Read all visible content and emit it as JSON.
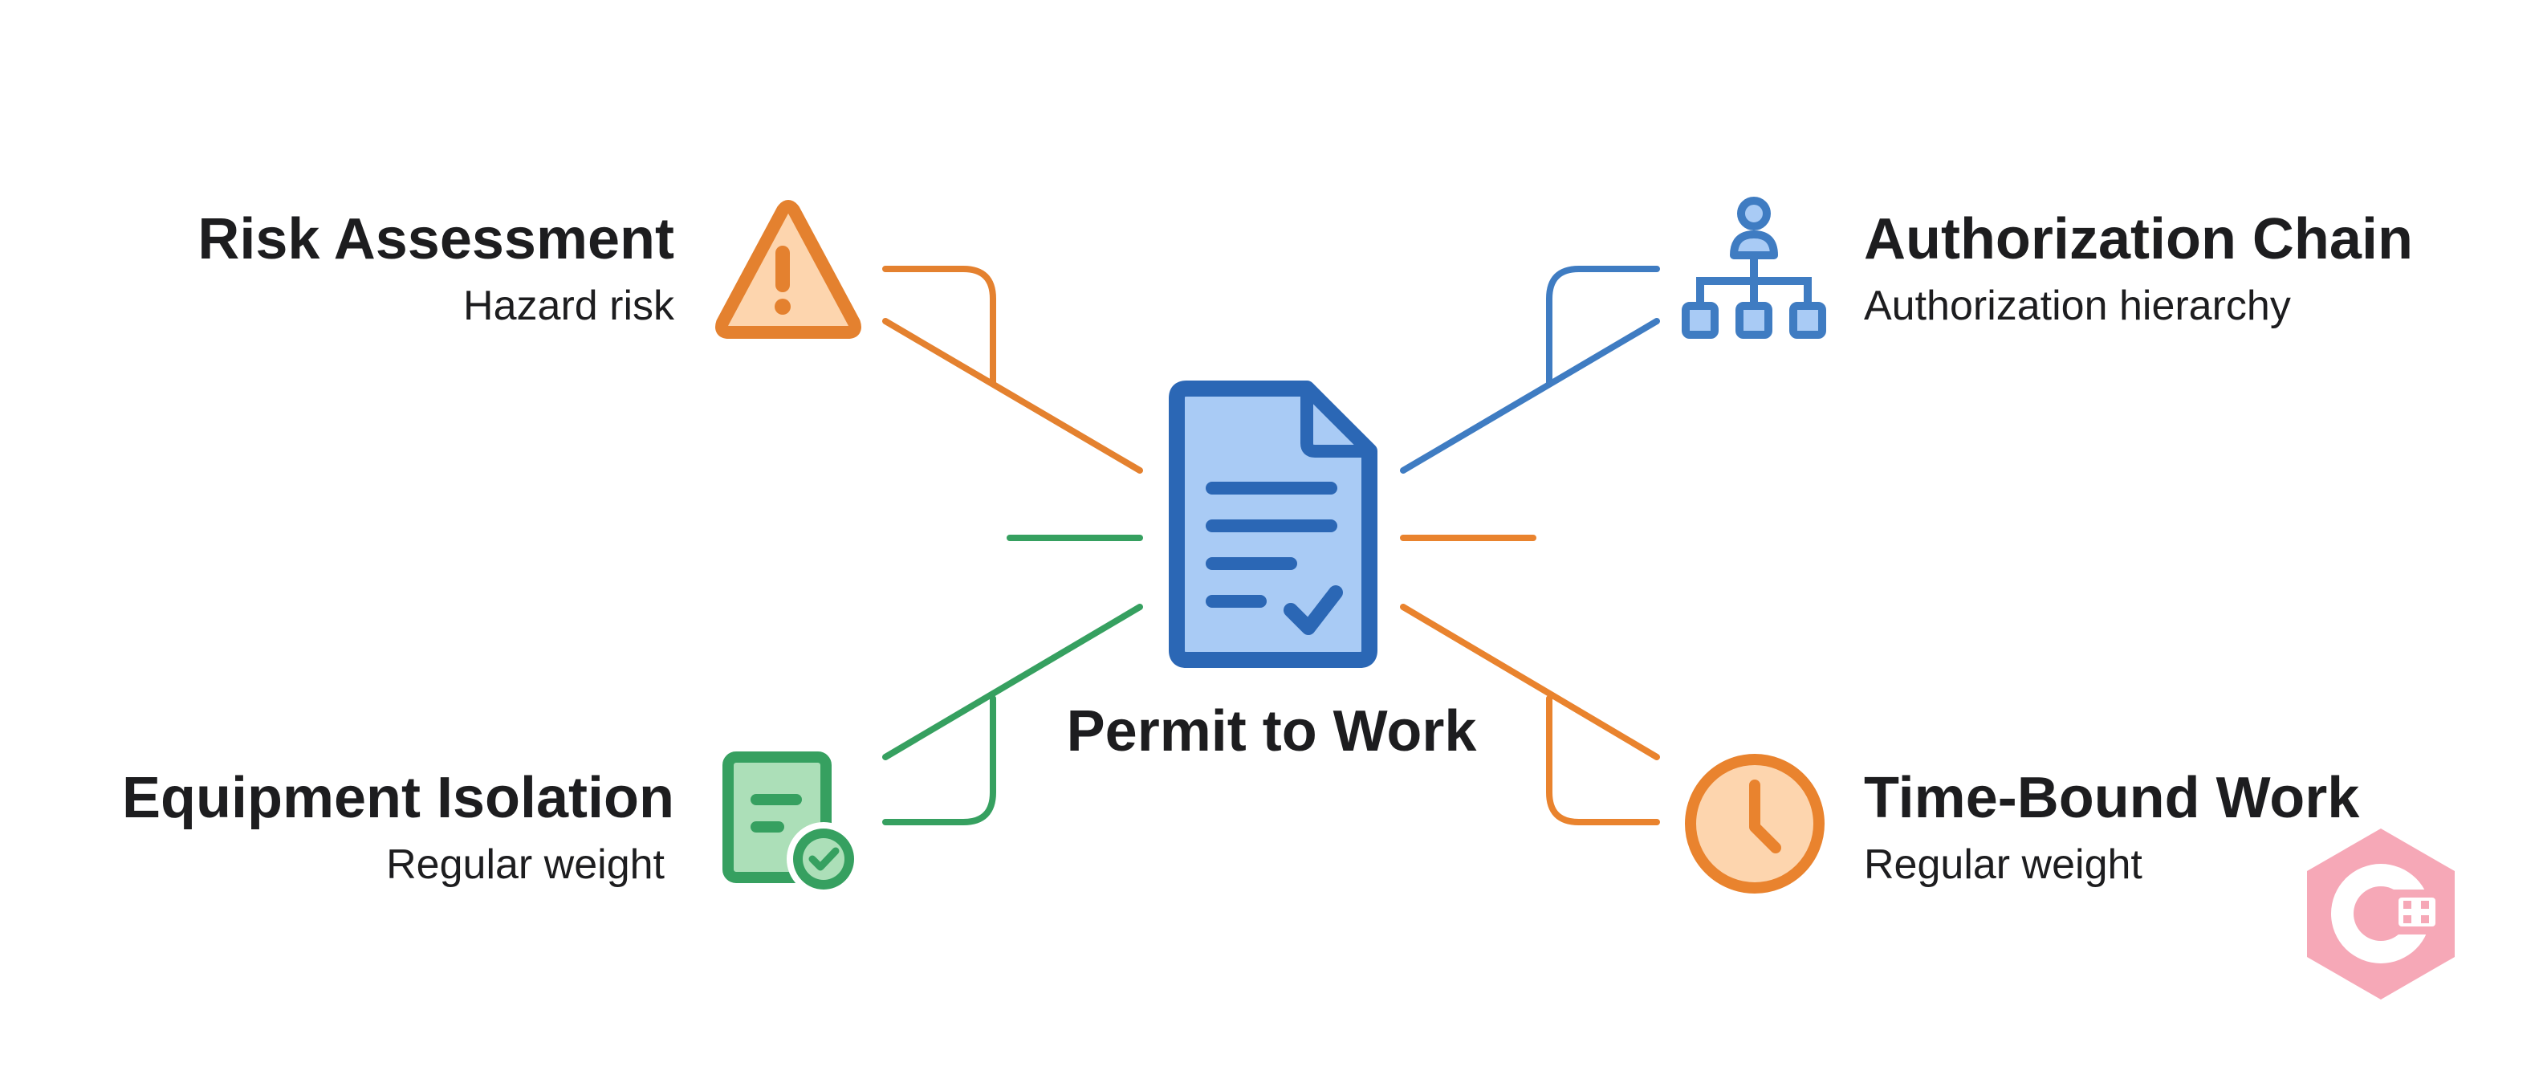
{
  "center": {
    "label": "Permit to Work",
    "icon": "document-check-icon",
    "color": "#2b67b5",
    "fill": "#a9cbf5"
  },
  "nodes": [
    {
      "id": "risk-assessment",
      "title": "Risk Assessment",
      "subtitle": "Hazard risk",
      "icon": "warning-triangle-icon",
      "color": "#e4812f",
      "fill": "#fdd5ae"
    },
    {
      "id": "authorization-chain",
      "title": "Authorization Chain",
      "subtitle": "Authorization hierarchy",
      "icon": "org-hierarchy-icon",
      "color": "#3f7cc2",
      "fill": "#a9cbf5"
    },
    {
      "id": "equipment-isolation",
      "title": "Equipment Isolation",
      "subtitle": "Regular weight",
      "icon": "checklist-document-icon",
      "color": "#36a060",
      "fill": "#acdfb8"
    },
    {
      "id": "time-bound-work",
      "title": "Time-Bound Work",
      "subtitle": "Regular weight",
      "icon": "clock-icon",
      "color": "#e9832e",
      "fill": "#fdd5ae"
    }
  ],
  "connector_colors": {
    "left_middle": "#36a060",
    "right_middle": "#e9832e"
  },
  "watermark_icon": "watermark-badge-icon"
}
